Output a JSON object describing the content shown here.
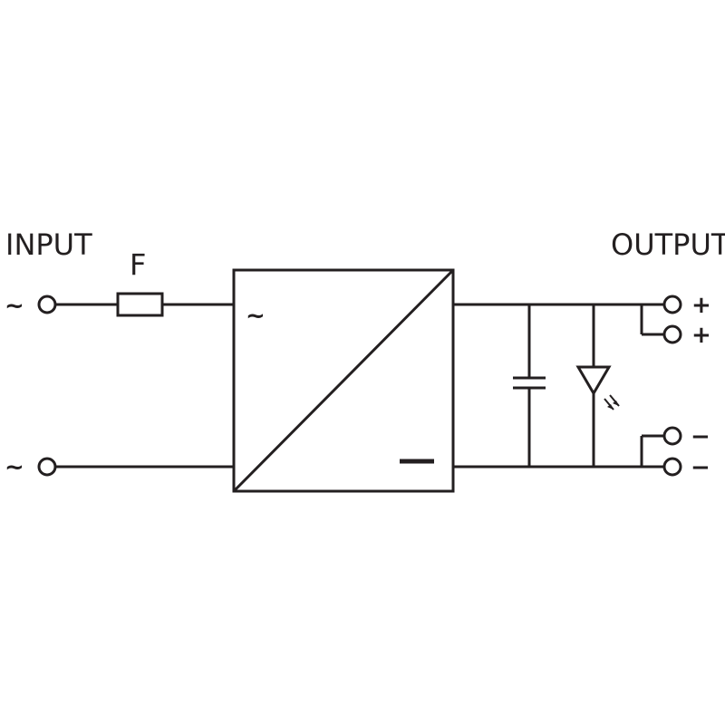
{
  "labels": {
    "input": "INPUT",
    "output": "OUTPUT",
    "fuse": "F",
    "input_top_symbol": "~",
    "input_bottom_symbol": "~",
    "converter_ac_symbol": "~",
    "out_plus_1": "+",
    "out_plus_2": "+",
    "out_minus_1": "−",
    "out_minus_2": "−"
  },
  "colors": {
    "line": "#231f20",
    "background": "#ffffff"
  }
}
